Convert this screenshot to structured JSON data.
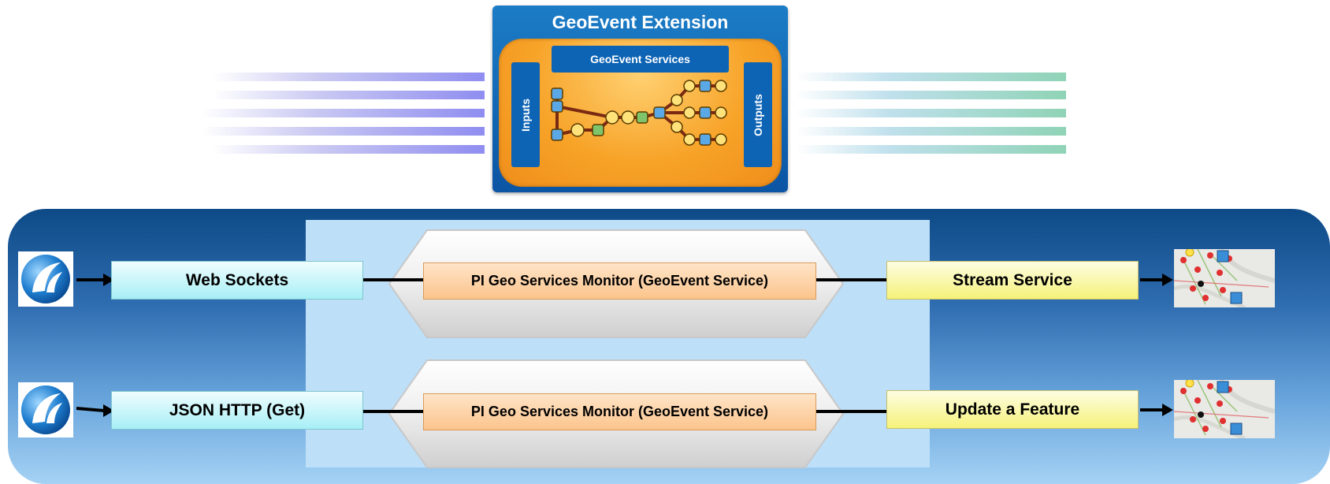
{
  "extension": {
    "title": "GeoEvent Extension",
    "services_label": "GeoEvent Services",
    "inputs_label": "Inputs",
    "outputs_label": "Outputs"
  },
  "rows": [
    {
      "input": "Web Sockets",
      "service": "PI Geo Services Monitor (GeoEvent Service)",
      "output": "Stream Service"
    },
    {
      "input": "JSON HTTP (Get)",
      "service": "PI Geo Services Monitor (GeoEvent Service)",
      "output": "Update a Feature"
    }
  ],
  "icons": {
    "source": "pi-system-logo-icon",
    "destination": "map-thumbnail-icon"
  },
  "colors": {
    "panel_dark": "#0d4a87",
    "panel_light": "#a5d2f4",
    "extension_blue": "#1c7cc6",
    "extension_orange": "#f7a328",
    "input_box": "#a7eff6",
    "output_box": "#f6f27a",
    "service_box": "#fbc48c",
    "center_area": "#bddff8"
  }
}
